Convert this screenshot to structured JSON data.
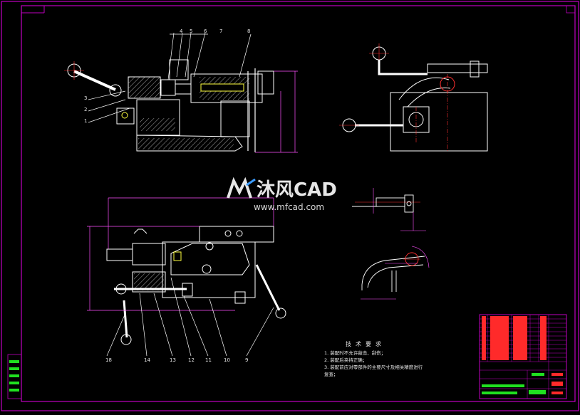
{
  "logo": {
    "name": "沐风CAD",
    "url": "www.mfcad.com"
  },
  "technical_requirements": {
    "title": "技术要求",
    "items": [
      "1. 装配时不允许敲击、刮伤；",
      "2. 装配后夹持正确；",
      "3. 装配前应对零部件的主要尺寸及相关精度进行",
      "   复查；"
    ]
  },
  "part_numbers": {
    "top_view": [
      "4",
      "5",
      "6",
      "7",
      "8",
      "3",
      "2",
      "1"
    ],
    "bottom_view": [
      "18",
      "14",
      "13",
      "12",
      "11",
      "10",
      "9"
    ]
  },
  "colors": {
    "background": "#000000",
    "frame": "#c000c0",
    "outline": "#ffffff",
    "dimension": "#ff4fff",
    "center_line": "#ff3030",
    "hatch": "#d0d0d0",
    "title_block_red": "#ff2a2a",
    "title_block_green": "#20e020",
    "bolt_yellow": "#ffff40"
  }
}
